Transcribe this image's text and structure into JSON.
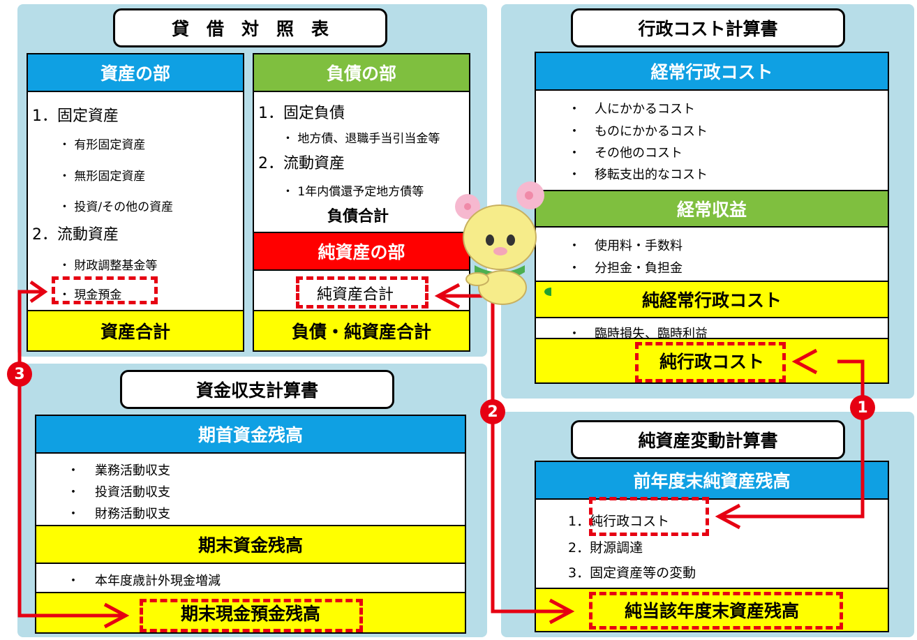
{
  "balance_sheet": {
    "title": "貸　借　対　照　表",
    "assets": {
      "header": "資産の部",
      "items": [
        "1．固定資産",
        "・ 有形固定資産",
        "・ 無形固定資産",
        "・ 投資/その他の資産",
        "2．流動資産",
        "・ 財政調整基金等",
        "・ 現金預金"
      ],
      "footer": "資産合計"
    },
    "liabilities": {
      "header": "負債の部",
      "items": [
        "1．固定負債",
        "・ 地方債、退職手当引当金等",
        "2．流動資産",
        "・ 1年内償還予定地方債等"
      ],
      "total": "負債合計",
      "net_header": "純資産の部",
      "net_total": "純資産合計",
      "footer": "負債・純資産合計"
    }
  },
  "admin_cost": {
    "title": "行政コスト計算書",
    "header": "経常行政コスト",
    "items": [
      "・",
      "人にかかるコスト",
      "ものにかかるコスト",
      "その他のコスト",
      "移転支出的なコスト"
    ],
    "revenue_header": "経常収益",
    "revenue_items": [
      "使用料・手数料",
      "分担金・負担金"
    ],
    "net_recurring": "純経常行政コスト",
    "extra_item": "臨時損失、臨時利益",
    "footer": "純行政コスト"
  },
  "cash_flow": {
    "title": "資金収支計算書",
    "header": "期首資金残高",
    "items": [
      "業務活動収支",
      "投資活動収支",
      "財務活動収支"
    ],
    "end_balance": "期末資金残高",
    "extra_item": "本年度歳計外現金増減",
    "footer": "期末現金預金残高"
  },
  "net_assets_change": {
    "title": "純資産変動計算書",
    "header": "前年度末純資産残高",
    "items": [
      "1．純行政コスト",
      "2．財源調達",
      "3．固定資産等の変動"
    ],
    "footer": "純当該年度末資産残高"
  },
  "markers": [
    "1",
    "2",
    "3"
  ],
  "colors": {
    "accent_red": "#e60012",
    "blue": "#0fa0e3",
    "green": "#7fbf3f",
    "yellow": "#ffff00",
    "panel": "#b7dde8"
  }
}
